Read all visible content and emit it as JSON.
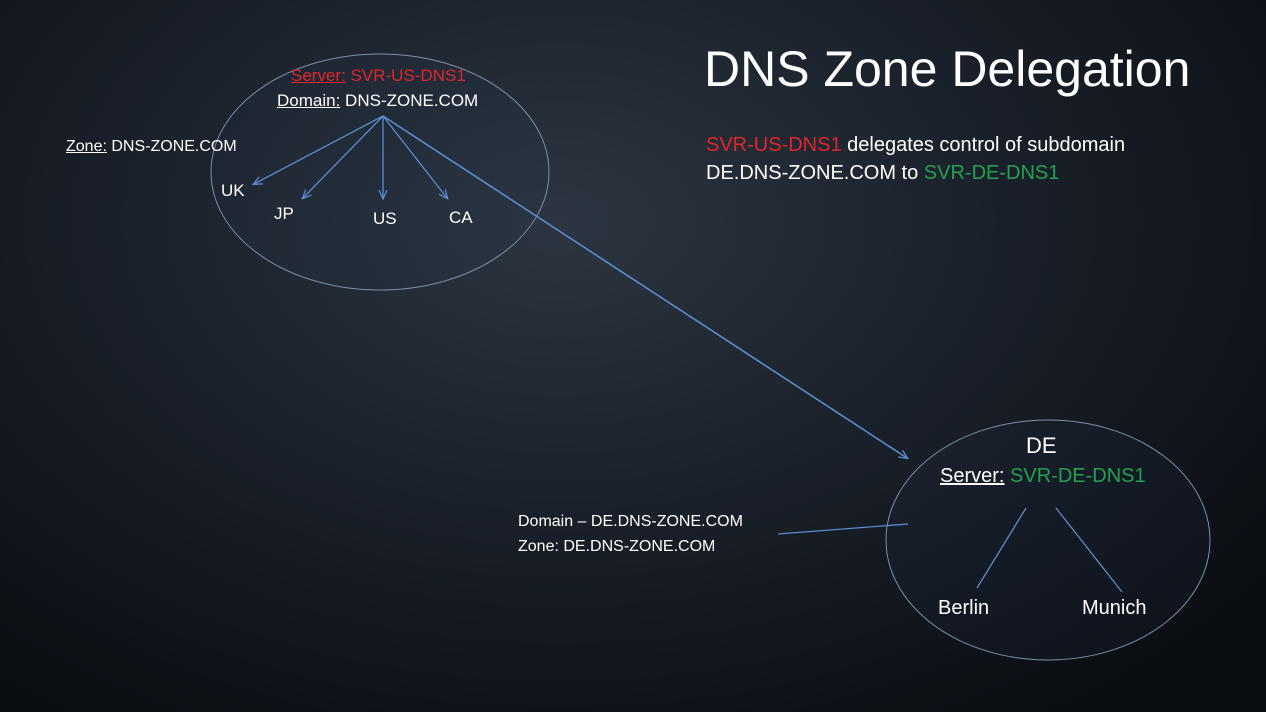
{
  "title": "DNS Zone Delegation",
  "description": {
    "server_from": "SVR-US-DNS1",
    "line1_rest": " delegates control of subdomain",
    "line2_text": "DE.DNS-ZONE.COM to ",
    "server_to": "SVR-DE-DNS1"
  },
  "parent": {
    "server_label": "Server:",
    "server_name": "SVR-US-DNS1",
    "domain_label": "Domain:",
    "domain_name": "DNS-ZONE.COM",
    "zone_label": "Zone:",
    "zone_name": "DNS-ZONE.COM",
    "children": [
      "UK",
      "JP",
      "US",
      "CA"
    ]
  },
  "child": {
    "title": "DE",
    "server_label": "Server:",
    "server_name": "SVR-DE-DNS1",
    "domain_line": "Domain – DE.DNS-ZONE.COM",
    "zone_line": "Zone: DE.DNS-ZONE.COM",
    "children": [
      "Berlin",
      "Munich"
    ]
  },
  "colors": {
    "red": "#e0262a",
    "green": "#22a24e",
    "line": "#5b8bd0"
  }
}
